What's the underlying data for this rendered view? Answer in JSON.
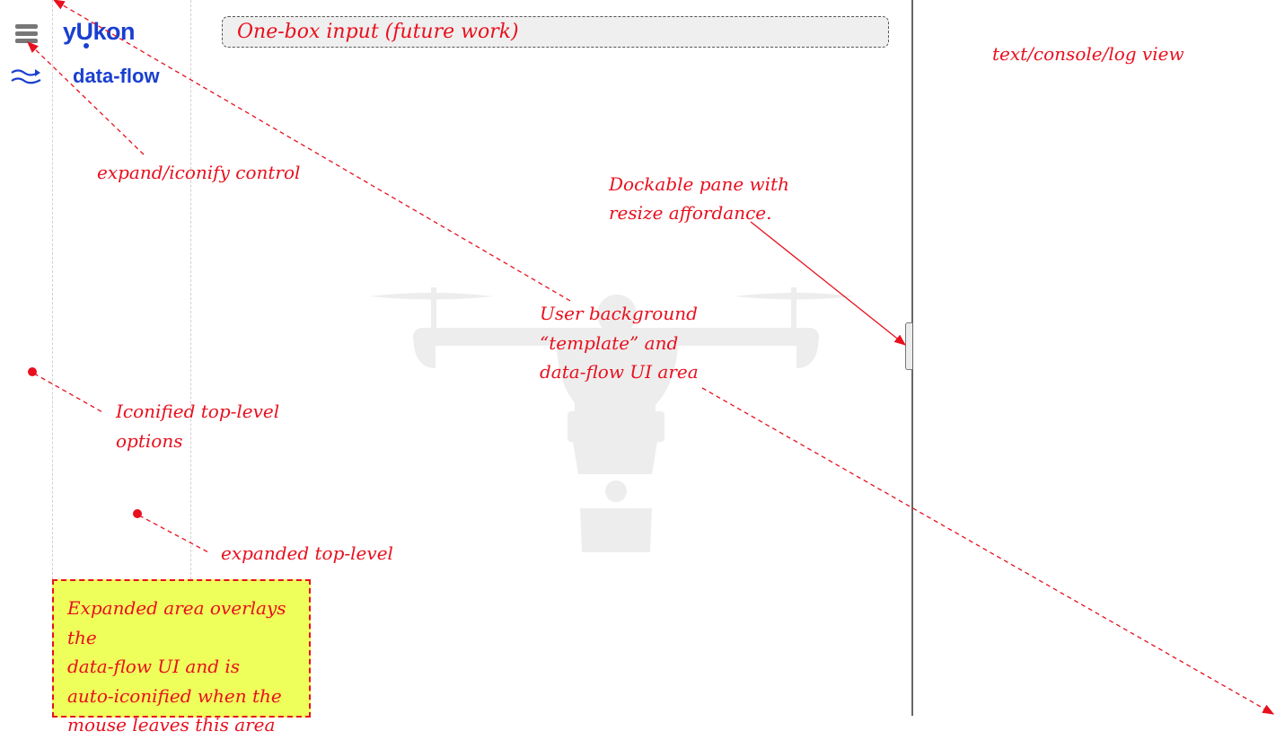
{
  "app": {
    "logo_text": "yUkon",
    "nav_label": "data-flow"
  },
  "onebox": {
    "text": "One-box input (future work)"
  },
  "console_pane": {
    "label": "text/console/log view"
  },
  "annotations": {
    "expand_control": "expand/iconify control",
    "dockable_pane": [
      "Dockable pane with",
      "resize affordance."
    ],
    "background_area": [
      "User background",
      "“template” and",
      "data-flow UI area"
    ],
    "iconified_options": [
      "Iconified top-level",
      "options"
    ],
    "expanded_top_level": "expanded top-level",
    "expanded_overlay": [
      "Expanded area overlays the",
      "data-flow UI and is",
      "auto-iconified when the",
      "mouse leaves this area"
    ]
  },
  "icons": {
    "menu": "hamburger-menu-icon",
    "dataflow": "data-flow-icon",
    "background": "drone-silhouette-icon"
  },
  "colors": {
    "annotation": "#e8101e",
    "brand": "#1a3fd0",
    "sticky_note": "#eefe5a"
  }
}
